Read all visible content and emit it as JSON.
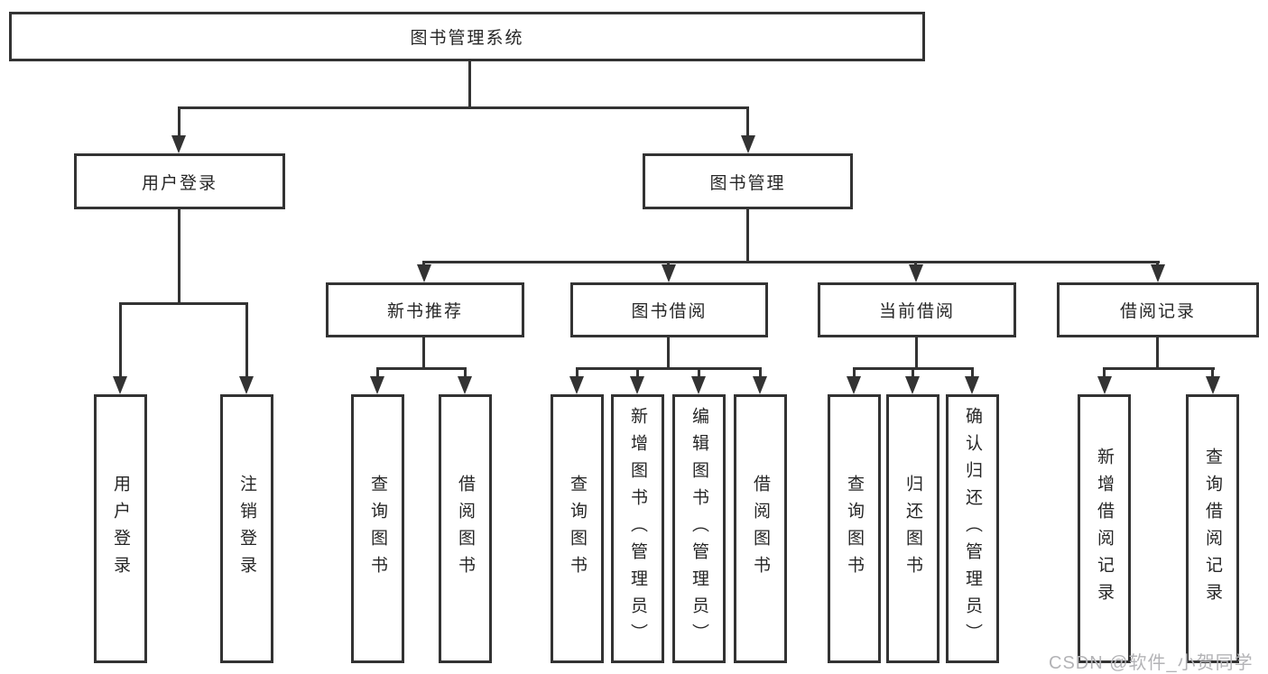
{
  "diagram": {
    "type": "hierarchy-tree",
    "title": "图书管理系统",
    "hierarchy": {
      "root": "图书管理系统",
      "children": [
        {
          "label": "用户登录",
          "children": [
            "用户登录",
            "注销登录"
          ]
        },
        {
          "label": "图书管理",
          "children": [
            {
              "label": "新书推荐",
              "children": [
                "查询图书",
                "借阅图书"
              ]
            },
            {
              "label": "图书借阅",
              "children": [
                "查询图书",
                "新增图书（管理员）",
                "编辑图书（管理员）",
                "借阅图书"
              ]
            },
            {
              "label": "当前借阅",
              "children": [
                "查询图书",
                "归还图书",
                "确认归还（管理员）"
              ]
            },
            {
              "label": "借阅记录",
              "children": [
                "新增借阅记录",
                "查询借阅记录"
              ]
            }
          ]
        }
      ]
    }
  },
  "nodes": {
    "root": "图书管理系统",
    "user_login": "用户登录",
    "book_mgmt": "图书管理",
    "new_book": "新书推荐",
    "book_borrow": "图书借阅",
    "current_borrow": "当前借阅",
    "borrow_record": "借阅记录",
    "ul_login": "用户登录",
    "ul_logout": "注销登录",
    "nb_query": "查询图书",
    "nb_borrow": "借阅图书",
    "bb_query": "查询图书",
    "bb_add": "新增图书（管理员）",
    "bb_edit": "编辑图书（管理员）",
    "bb_borrow": "借阅图书",
    "cb_query": "查询图书",
    "cb_return": "归还图书",
    "cb_confirm": "确认归还（管理员）",
    "br_add": "新增借阅记录",
    "br_query": "查询借阅记录"
  },
  "watermark": "CSDN @软件_小贺同学",
  "colors": {
    "line": "#333333",
    "text": "#262626",
    "watermark": "#b3b3b6",
    "background": "#ffffff"
  }
}
